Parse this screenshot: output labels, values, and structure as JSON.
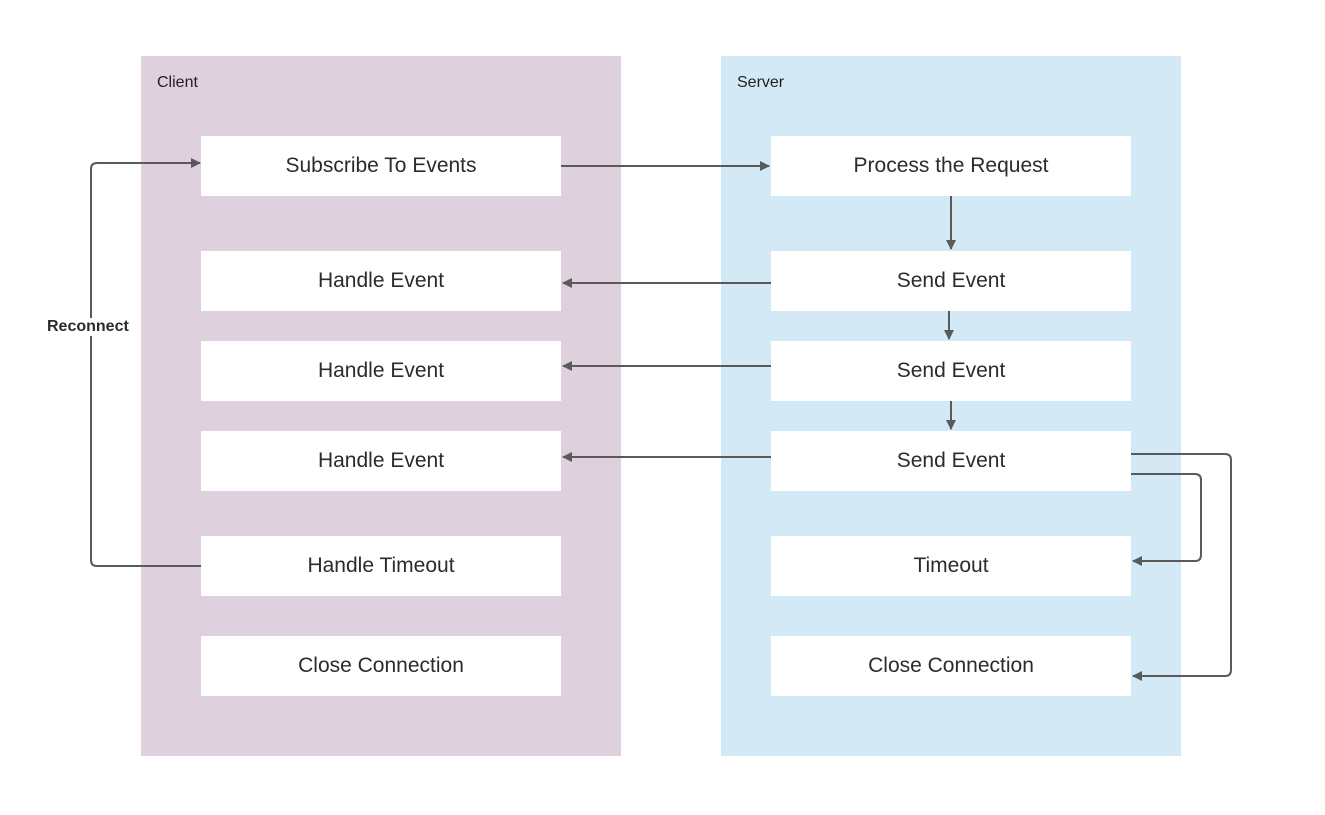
{
  "lanes": {
    "client": {
      "title": "Client"
    },
    "server": {
      "title": "Server"
    }
  },
  "client_steps": {
    "subscribe": "Subscribe To Events",
    "handle_event_1": "Handle Event",
    "handle_event_2": "Handle Event",
    "handle_event_3": "Handle Event",
    "handle_timeout": "Handle Timeout",
    "close_connection": "Close Connection"
  },
  "server_steps": {
    "process_request": "Process the Request",
    "send_event_1": "Send Event",
    "send_event_2": "Send Event",
    "send_event_3": "Send Event",
    "timeout": "Timeout",
    "close_connection": "Close Connection"
  },
  "edge_labels": {
    "reconnect": "Reconnect"
  },
  "colors": {
    "client_lane": "#dfd0de",
    "server_lane": "#d4e9f6",
    "connector": "#5a5a5a"
  }
}
